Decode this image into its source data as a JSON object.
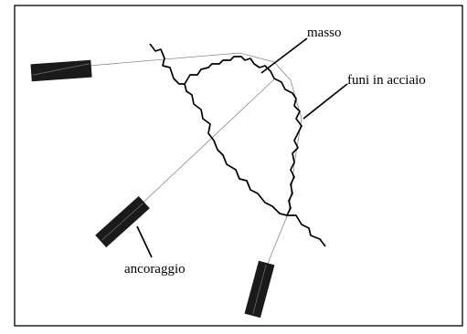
{
  "labels": {
    "boulder": "masso",
    "cables": "funi in acciaio",
    "anchor": "ancoraggio"
  },
  "colors": {
    "ink": "#000000",
    "cable": "#888888",
    "background": "#ffffff"
  }
}
